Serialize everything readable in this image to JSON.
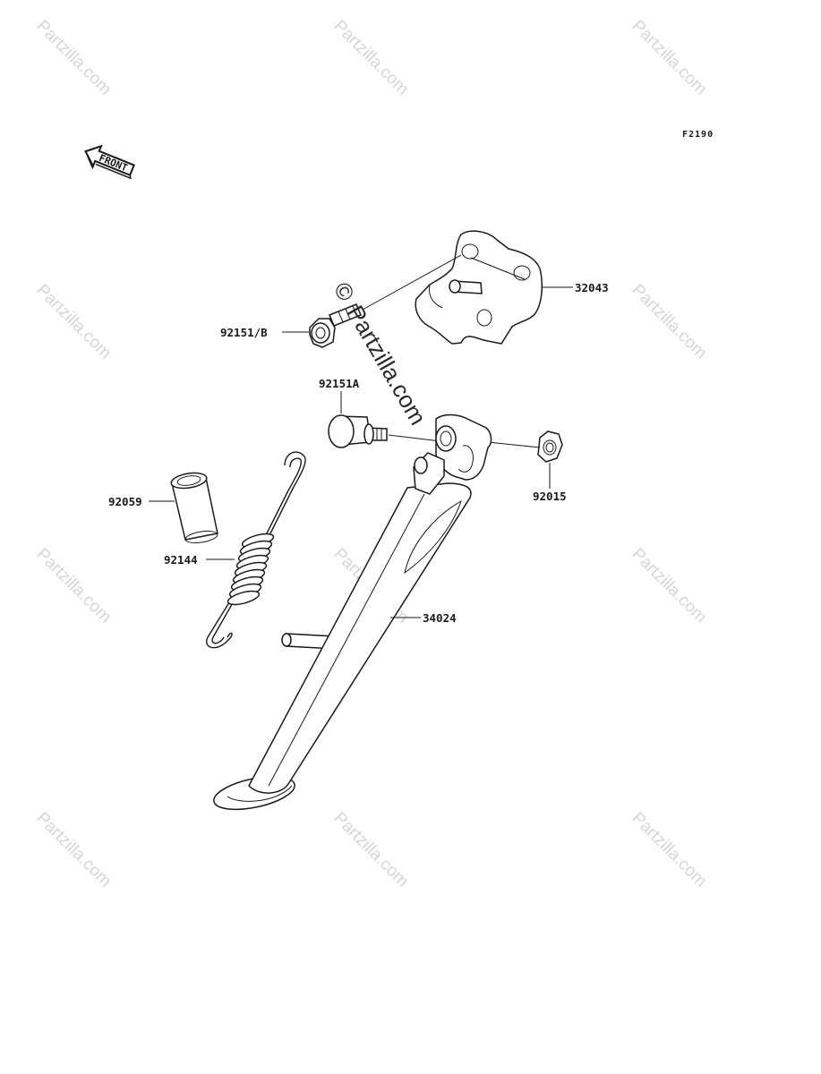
{
  "figure_code": "F2190",
  "front_label": "FRONT",
  "watermark": {
    "text": "Partzilla.com",
    "symbol": "©"
  },
  "parts": [
    {
      "id": "bracket",
      "label": "32043",
      "icon": "side-stand-bracket"
    },
    {
      "id": "bolt_b",
      "label": "92151/B",
      "icon": "flange-bolt"
    },
    {
      "id": "bolt_a",
      "label": "92151A",
      "icon": "pivot-bolt"
    },
    {
      "id": "nut",
      "label": "92015",
      "icon": "hex-nut"
    },
    {
      "id": "collar",
      "label": "92059",
      "icon": "collar-sleeve"
    },
    {
      "id": "spring",
      "label": "92144",
      "icon": "tension-spring"
    },
    {
      "id": "stand",
      "label": "34024",
      "icon": "side-stand"
    }
  ]
}
